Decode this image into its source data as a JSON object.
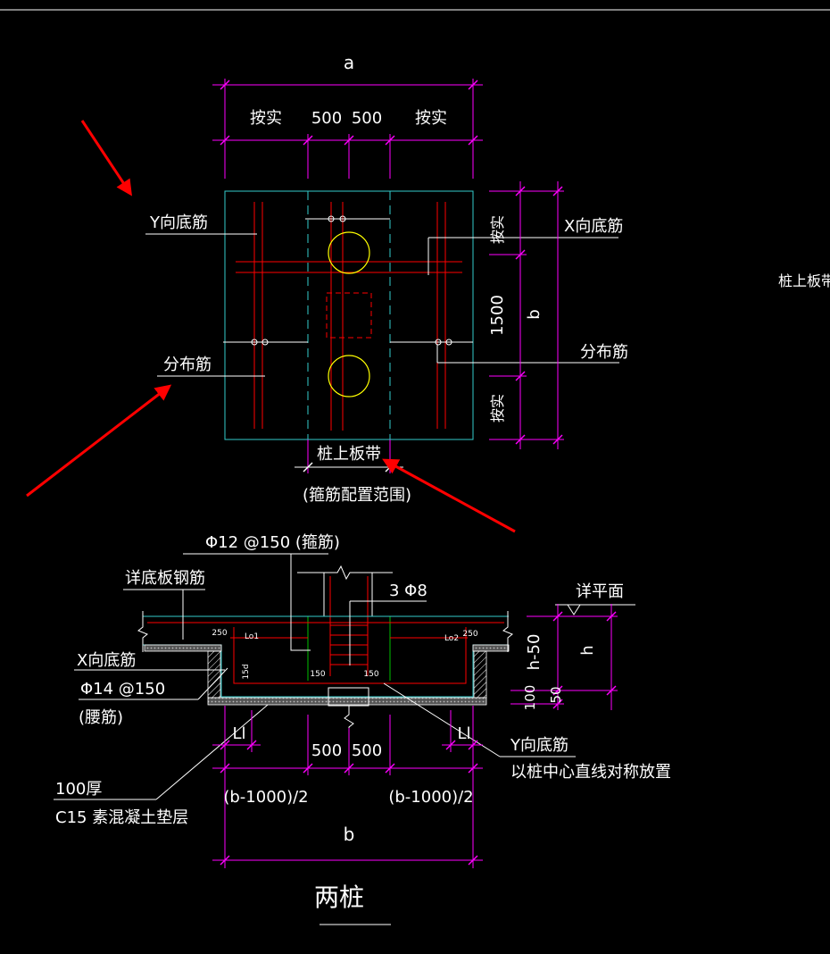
{
  "colors": {
    "background": "#000000",
    "white": "#ffffff",
    "cyan": "#33cccc",
    "magenta": "#ff00ff",
    "red": "#ff0000",
    "yellow": "#ffff00",
    "green": "#00c000",
    "gray": "#7a7a7a"
  },
  "plan": {
    "dim_a": "a",
    "dim_top": [
      "按实",
      "500",
      "500",
      "按实"
    ],
    "y_rebar_label": "Y向底筋",
    "x_rebar_label": "X向底筋",
    "dist_left_label": "分布筋",
    "dist_right_label": "分布筋",
    "dim_right": [
      "按实",
      "1500",
      "按实"
    ],
    "dim_b": "b",
    "strip_label": "桩上板带",
    "strip_note": "(箍筋配置范围)",
    "side_label": "桩上板带钢"
  },
  "section": {
    "stirrup_label": "Φ12 @150 (箍筋)",
    "slab_rebar_label": "详底板钢筋",
    "column_rebar_label": "3 Φ8",
    "level_label": "详平面",
    "anchor_left": [
      "250",
      "Lo1"
    ],
    "anchor_right": [
      "Lo2",
      "250"
    ],
    "depth_labels": [
      "h-50",
      "h",
      "100",
      "50"
    ],
    "x_rebar_label": "X向底筋",
    "hook_label": "15d",
    "stirrup_offsets": [
      "150",
      "150"
    ],
    "waist_rebar_label": "Φ14 @150",
    "waist_rebar_note": "(腰筋)",
    "lap_left": "Ll",
    "lap_right": "Ll",
    "y_rebar_label": "Y向底筋",
    "y_rebar_note": "以桩中心直线对称放置",
    "dim_center": [
      "500",
      "500"
    ],
    "cushion_label": "100厚",
    "cushion_note": "C15 素混凝土垫层",
    "dim_side": [
      "(b-1000)/2",
      "(b-1000)/2"
    ],
    "dim_b": "b"
  },
  "drawing_title": "两桩"
}
